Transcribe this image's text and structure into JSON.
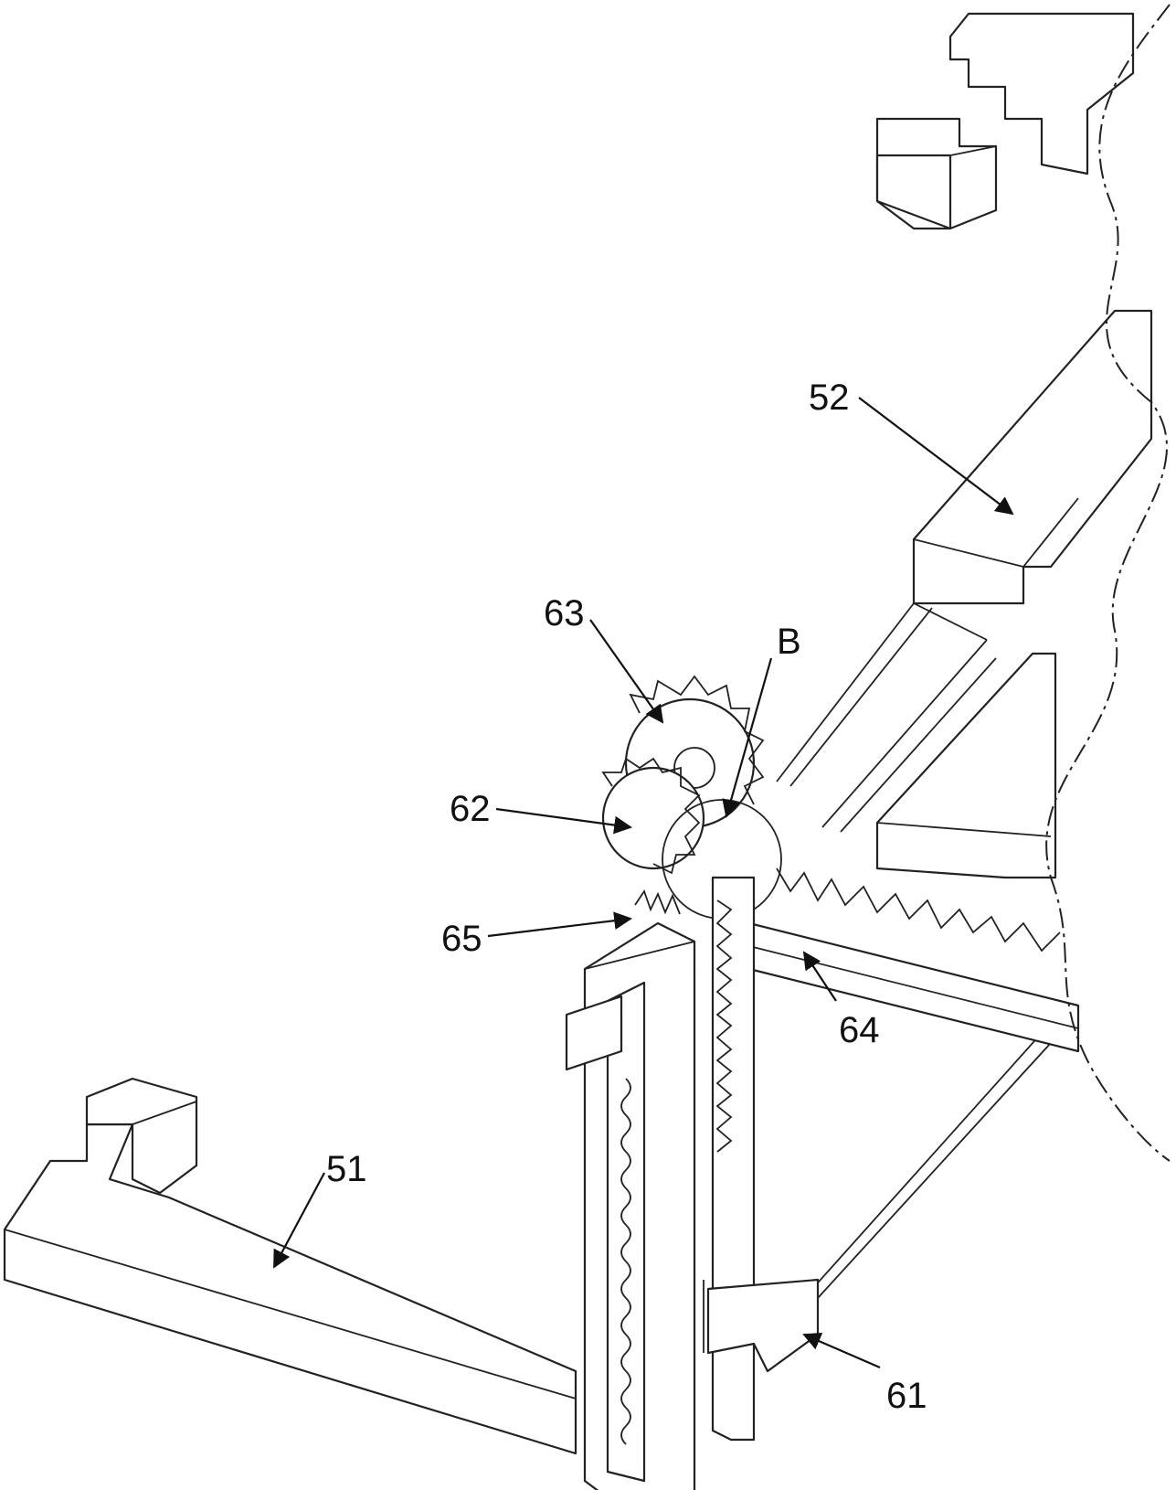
{
  "figure": {
    "callouts": [
      {
        "id": "c52",
        "text": "52"
      },
      {
        "id": "c63",
        "text": "63"
      },
      {
        "id": "cB",
        "text": "B"
      },
      {
        "id": "c62",
        "text": "62"
      },
      {
        "id": "c65",
        "text": "65"
      },
      {
        "id": "c64",
        "text": "64"
      },
      {
        "id": "c51",
        "text": "51"
      },
      {
        "id": "c61",
        "text": "61"
      }
    ]
  },
  "colors": {
    "line": "#222222",
    "background": "#ffffff"
  }
}
